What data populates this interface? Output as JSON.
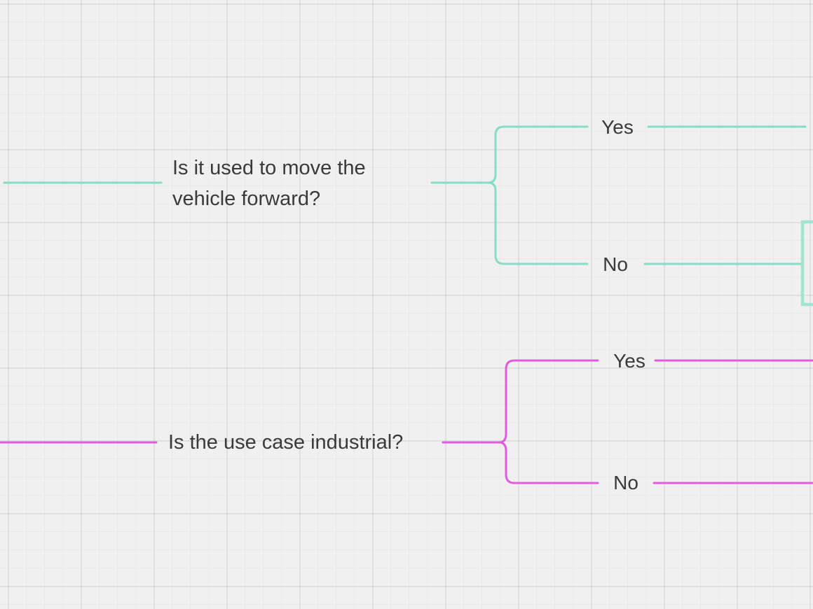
{
  "colors": {
    "teal": "#88dcc6",
    "teal-box": "#a2e4d1",
    "magenta": "#e05cdc",
    "text": "#3a3a3a",
    "bg": "#f0f0f0"
  },
  "diagram": {
    "type": "decision-tree",
    "questions": [
      {
        "text": "Is it used to move the vehicle forward?",
        "yes": "Yes",
        "no": "No",
        "branch_color": "#88dcc6"
      },
      {
        "text": "Is the use case industrial?",
        "yes": "Yes",
        "no": "No",
        "branch_color": "#e05cdc"
      }
    ]
  }
}
